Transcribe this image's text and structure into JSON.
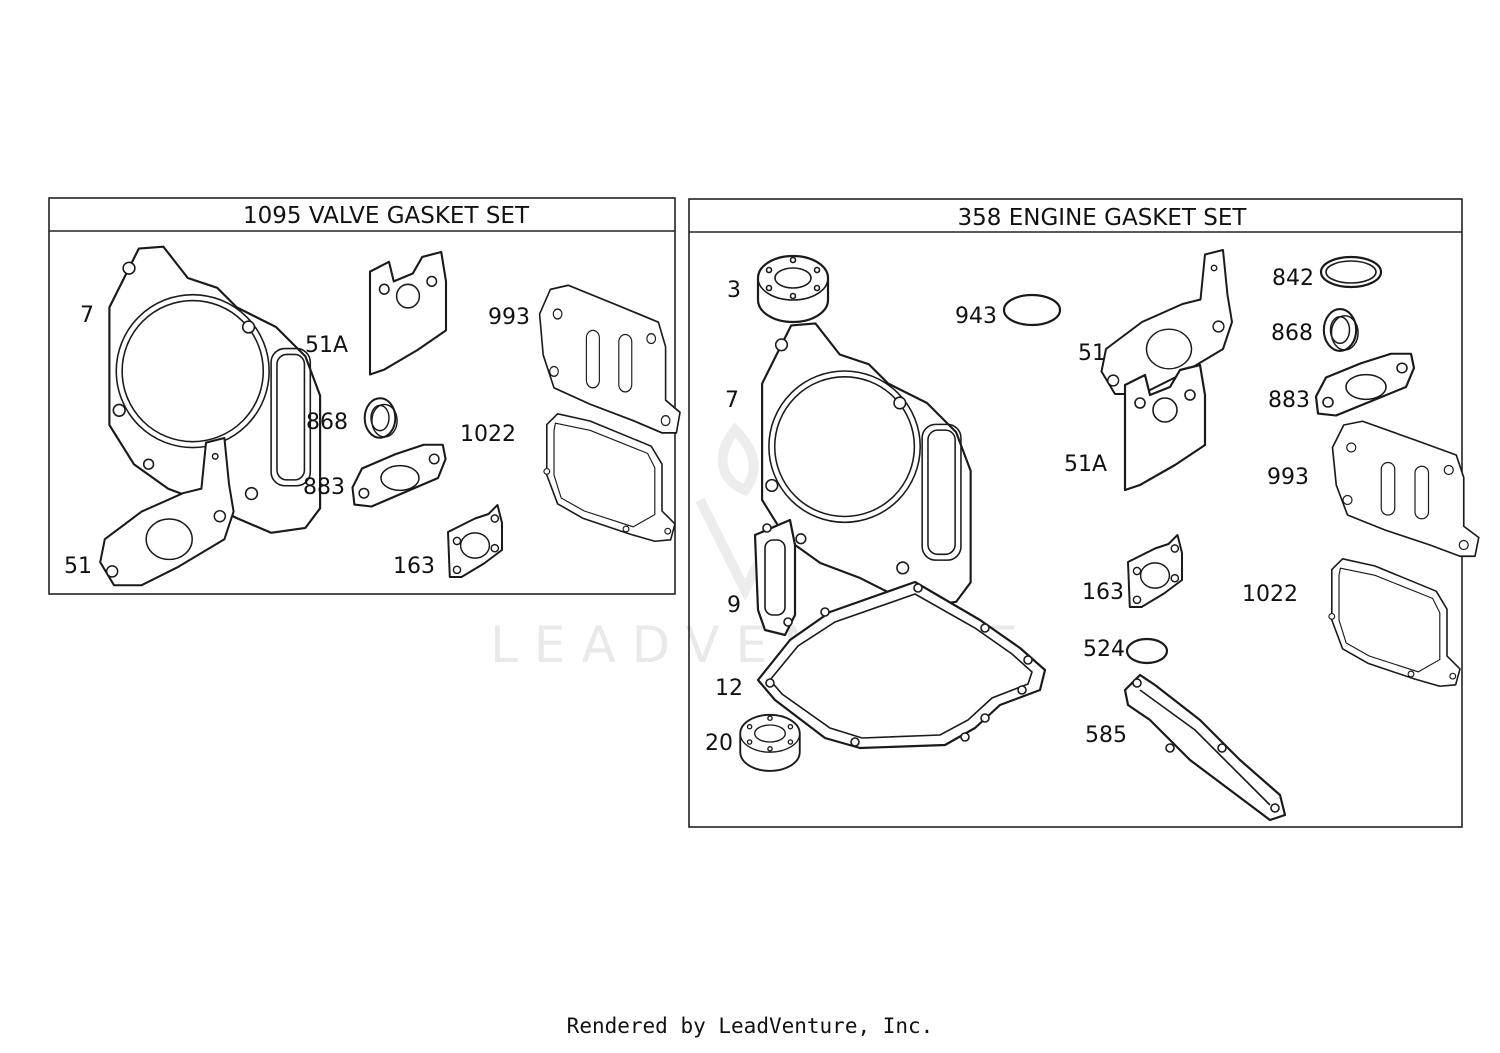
{
  "panels": [
    {
      "title": "1095 VALVE GASKET SET",
      "labels": [
        "7",
        "51A",
        "993",
        "868",
        "1022",
        "883",
        "51",
        "163"
      ]
    },
    {
      "title": "358 ENGINE GASKET SET",
      "labels": [
        "3",
        "943",
        "842",
        "868",
        "51",
        "7",
        "883",
        "51A",
        "993",
        "9",
        "163",
        "1022",
        "524",
        "12",
        "20",
        "585"
      ]
    }
  ],
  "watermark": "LEADVENTURE",
  "footer": "Rendered by LeadVenture, Inc."
}
